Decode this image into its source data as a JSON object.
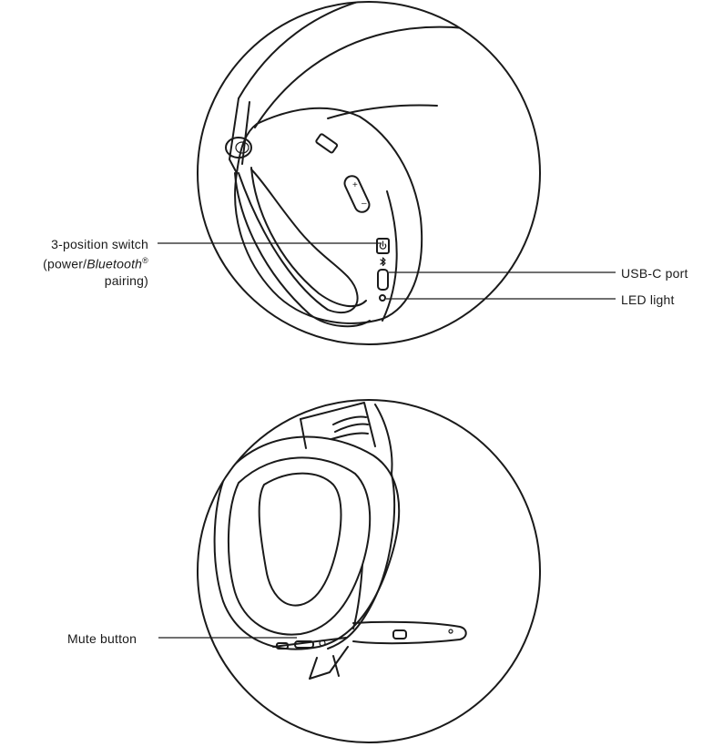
{
  "labels": {
    "switch_line1": "3-position switch",
    "switch_line2_a": "(power/",
    "switch_line2_b": "Bluetooth",
    "switch_line2_c": "®",
    "switch_line3": "pairing)",
    "usbc": "USB-C port",
    "led": "LED light",
    "mute": "Mute button"
  },
  "icons": {
    "power": "power-icon",
    "bluetooth": "bluetooth-icon",
    "volume_plus": "+",
    "volume_minus": "–"
  }
}
